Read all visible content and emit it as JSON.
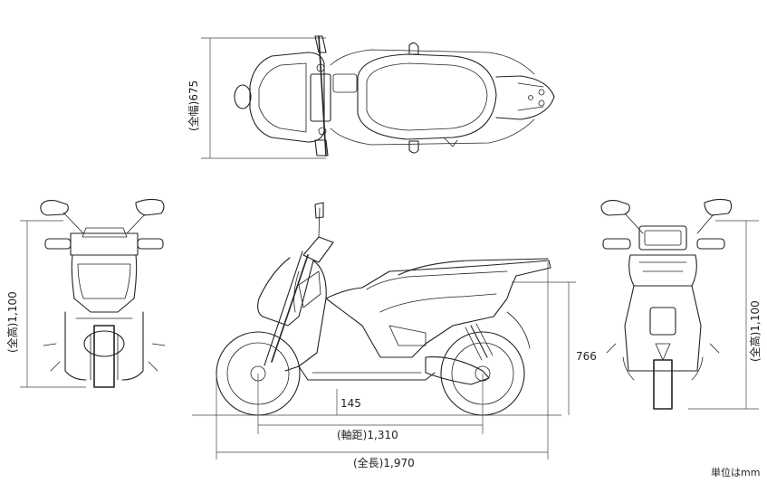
{
  "dimensions": {
    "overall_width_label": "(全幅)675",
    "overall_height_left_label": "(全高)1,100",
    "overall_height_right_label": "(全高)1,100",
    "seat_height_label": "766",
    "ground_clearance_label": "145",
    "wheelbase_label": "(軸距)1,310",
    "overall_length_label": "(全長)1,970"
  },
  "unit_note": "単位はmm",
  "colors": {
    "line": "#222222",
    "dimension_line": "#444444",
    "background": "#ffffff"
  }
}
